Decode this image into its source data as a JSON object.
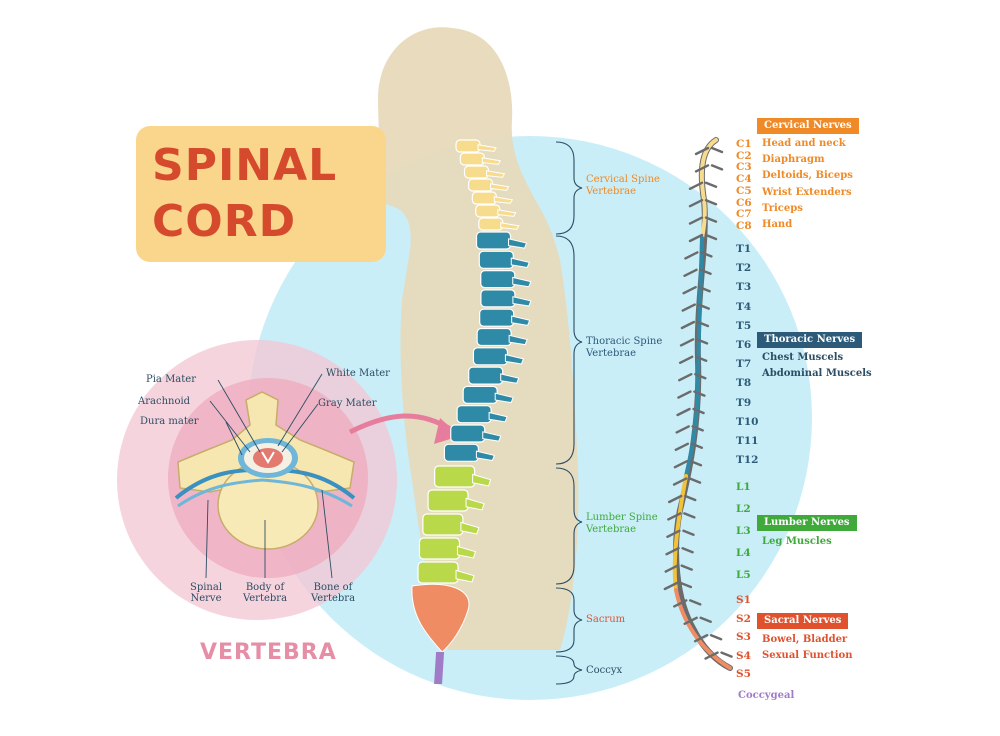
{
  "title": {
    "line1": "SPINAL",
    "line2": "CORD"
  },
  "vertebra": {
    "title": "VERTEBRA",
    "labels": {
      "pia_mater": "Pia Mater",
      "arachnoid": "Arachnoid",
      "dura_mater": "Dura mater",
      "white_mater": "White Mater",
      "gray_mater": "Gray Mater",
      "spinal_nerve": [
        "Spinal",
        "Nerve"
      ],
      "body_of_vertebra": [
        "Body of",
        "Vertebra"
      ],
      "bone_of_vertebra": [
        "Bone of",
        "Vertebra"
      ]
    }
  },
  "spine_sections": [
    {
      "lines": [
        "Cervical Spine",
        "Vertebrae"
      ],
      "color": "#ef8a26"
    },
    {
      "lines": [
        "Thoracic Spine",
        "Vertebrae"
      ],
      "color": "#2c5a78"
    },
    {
      "lines": [
        "Lumber Spine",
        "Vertebrae"
      ],
      "color": "#3fa93a"
    },
    {
      "lines": [
        "Sacrum"
      ],
      "color": "#e0522e"
    },
    {
      "lines": [
        "Coccyx"
      ],
      "color": "#2c4d63"
    }
  ],
  "nerves": {
    "cervical": {
      "badge": "Cervical Nerves",
      "color": "#ef8a26",
      "codes": [
        "C1",
        "C2",
        "C3",
        "C4",
        "C5",
        "C6",
        "C7",
        "C8"
      ],
      "functions": [
        "Head and neck",
        "Diaphragm",
        "Deltoids, Biceps",
        "Wrist Extenders",
        "Triceps",
        "Hand"
      ]
    },
    "thoracic": {
      "badge": "Thoracic Nerves",
      "color": "#2c5a78",
      "codes": [
        "T1",
        "T2",
        "T3",
        "T4",
        "T5",
        "T6",
        "T7",
        "T8",
        "T9",
        "T10",
        "T11",
        "T12"
      ],
      "functions": [
        "Chest Muscels",
        "Abdominal Muscels"
      ]
    },
    "lumbar": {
      "badge": "Lumber Nerves",
      "color": "#3fa93a",
      "codes": [
        "L1",
        "L2",
        "L3",
        "L4",
        "L5"
      ],
      "functions": [
        "Leg Muscles"
      ]
    },
    "sacral": {
      "badge": "Sacral Nerves",
      "color": "#e0522e",
      "codes": [
        "S1",
        "S2",
        "S3",
        "S4",
        "S5"
      ],
      "functions": [
        "Bowel, Bladder",
        "Sexual Function"
      ]
    },
    "coccygeal": {
      "label": "Coccygeal",
      "color": "#a07cc8"
    }
  },
  "colors": {
    "circle": "#c9eef8",
    "silhouette": "#e7d9b8",
    "cervical": "#f7dc8e",
    "thoracic": "#2f8aa8",
    "lumbar": "#b9d94a",
    "sacrum": "#f08c64",
    "coccyx": "#a07cc8",
    "title_bg": "#f9d68c",
    "vertebra_pink": "#f3c5d3"
  }
}
